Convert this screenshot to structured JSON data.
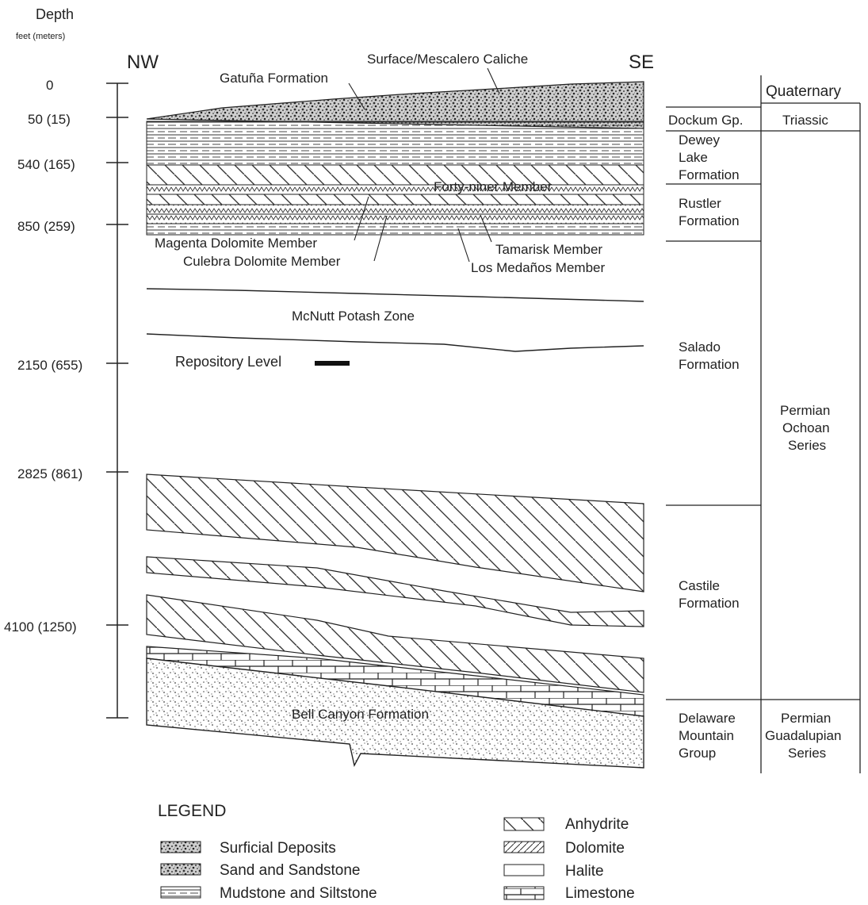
{
  "depth_axis": {
    "title": "Depth",
    "subtitle": "feet (meters)",
    "ticks": [
      "0",
      "50 (15)",
      "540 (165)",
      "850 (259)",
      "2150 (655)",
      "2825 (861)",
      "4100 (1250)"
    ]
  },
  "orientation": {
    "left": "NW",
    "right": "SE"
  },
  "layer_labels": {
    "surface_caliche": "Surface/Mescalero Caliche",
    "gatuna": "Gatuña Formation",
    "forty_niner": "Forty-niner Member",
    "magenta": "Magenta Dolomite Member",
    "culebra": "Culebra Dolomite Member",
    "tamarisk": "Tamarisk Member",
    "los_medanos": "Los Medaños Member",
    "mcnutt": "McNutt Potash Zone",
    "repository": "Repository Level",
    "bell_canyon": "Bell Canyon Formation"
  },
  "stratigraphy": {
    "formations": {
      "dockum": "Dockum Gp.",
      "dewey_1": "Dewey",
      "dewey_2": "Lake",
      "dewey_3": "Formation",
      "rustler_1": "Rustler",
      "rustler_2": "Formation",
      "salado_1": "Salado",
      "salado_2": "Formation",
      "castile_1": "Castile",
      "castile_2": "Formation",
      "delaware_1": "Delaware",
      "delaware_2": "Mountain",
      "delaware_3": "Group"
    },
    "periods": {
      "quaternary": "Quaternary",
      "triassic": "Triassic",
      "ochoan_1": "Permian",
      "ochoan_2": "Ochoan",
      "ochoan_3": "Series",
      "guad_1": "Permian",
      "guad_2": "Guadalupian",
      "guad_3": "Series"
    }
  },
  "legend": {
    "title": "LEGEND",
    "items": [
      "Surficial Deposits",
      "Sand and Sandstone",
      "Mudstone and Siltstone",
      "Anhydrite",
      "Dolomite",
      "Halite",
      "Limestone"
    ]
  }
}
